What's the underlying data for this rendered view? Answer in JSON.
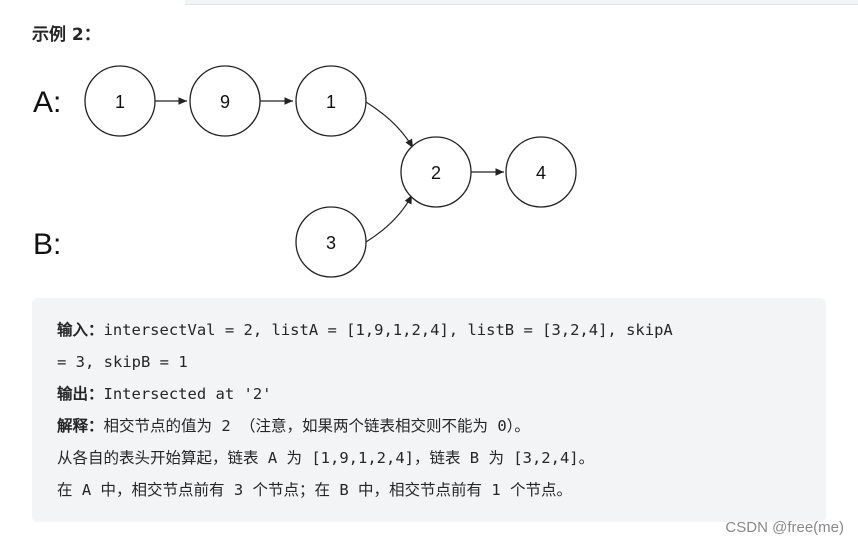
{
  "heading": "示例 2：",
  "diagram": {
    "list_a_label": "A:",
    "list_b_label": "B:",
    "nodes": {
      "a1": "1",
      "a2": "9",
      "a3": "1",
      "shared1": "2",
      "shared2": "4",
      "b1": "3"
    }
  },
  "example": {
    "input_key": "输入：",
    "input_line1": "intersectVal = 2, listA = [1,9,1,2,4], listB = [3,2,4], skipA",
    "input_line2": "= 3, skipB = 1",
    "output_key": "输出：",
    "output_value": "Intersected at '2'",
    "explain_key": "解释：",
    "explain_line1": "相交节点的值为 2 （注意，如果两个链表相交则不能为 0）。",
    "explain_line2": "从各自的表头开始算起，链表 A 为 [1,9,1,2,4]，链表 B 为 [3,2,4]。",
    "explain_line3": "在 A 中，相交节点前有 3 个节点；在 B 中，相交节点前有 1 个节点。"
  },
  "watermark": "CSDN @free(me)"
}
